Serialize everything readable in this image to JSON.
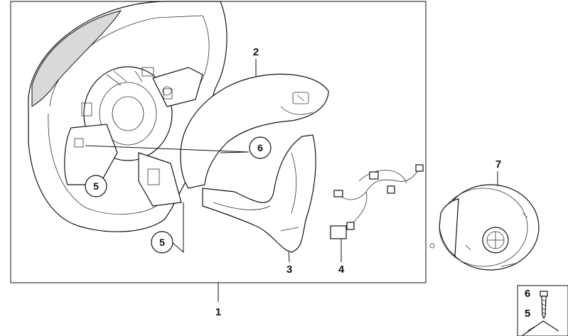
{
  "callouts": {
    "steering_wheel": "1",
    "cover_upper": "2",
    "cover_lower": "3",
    "wiring_harness": "4",
    "screw_left": "5",
    "screw_bottom": "5",
    "screw_mid": "6",
    "airbag_module": "7"
  },
  "legend": {
    "top_number": "6",
    "bottom_number": "5"
  },
  "colors": {
    "line": "#111111",
    "background": "#ffffff",
    "shade": "#d9d9d9"
  }
}
